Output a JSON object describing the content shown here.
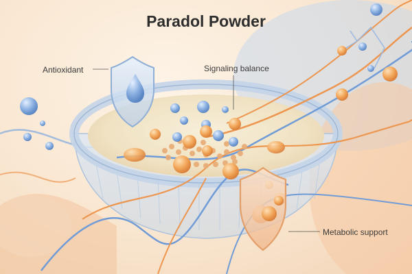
{
  "title": "Paradol Powder",
  "labels": {
    "antioxidant": "Antioxidant",
    "signaling": "Signaling balance",
    "metabolic": "Metabolic support"
  },
  "colors": {
    "background": "#f9e6d0",
    "blue_accent": "#6f9bd6",
    "orange_accent": "#ec9650",
    "cell_fill": "#f4ead2"
  },
  "icons": [
    "shield-droplet-icon",
    "shield-molecules-icon"
  ]
}
